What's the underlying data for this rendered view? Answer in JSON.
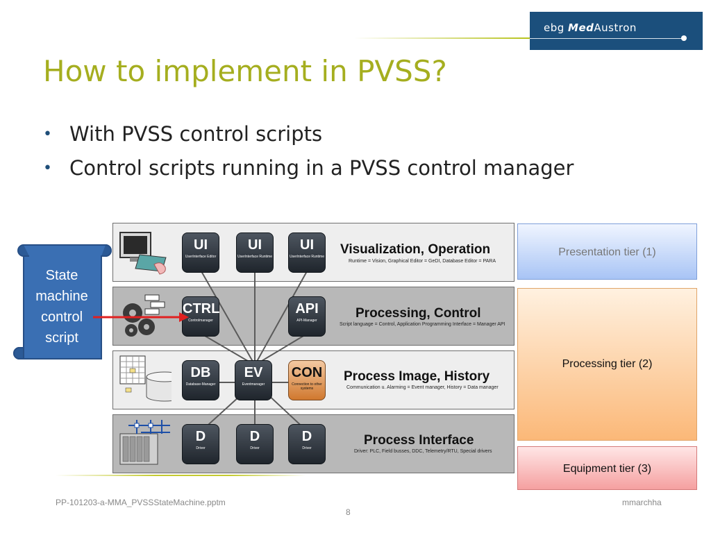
{
  "header": {
    "logo": {
      "prefix": "ebg ",
      "med": "Med",
      "suffix": "Austron"
    },
    "colors": {
      "logo_bg": "#1b4f7c",
      "title": "#a5ae1f",
      "accent_line": "#b6c21a"
    }
  },
  "slide": {
    "title": "How to implement in PVSS?",
    "bullets": [
      "With PVSS control scripts",
      "Control scripts running in a PVSS control manager"
    ]
  },
  "callout": {
    "lines": [
      "State",
      "machine",
      "control",
      "script"
    ],
    "color": "#3a6fb3"
  },
  "diagram": {
    "tiers": [
      {
        "heading": "Visualization, Operation",
        "sub": "Runtime = Vision, Graphical Editor = GeDI, Database Editor = PARA"
      },
      {
        "heading": "Processing, Control",
        "sub": "Script language = Control, Application Programming Interface = Manager API"
      },
      {
        "heading": "Process Image, History",
        "sub": "Communication u. Alarming = Event manager, History = Data manager"
      },
      {
        "heading": "Process Interface",
        "sub": "Driver: PLC, Field busses, DDC, Telemetry/RTU, Special drivers"
      }
    ],
    "managers": {
      "ui1": {
        "label": "UI",
        "sub": "UserInterface Editor"
      },
      "ui2": {
        "label": "UI",
        "sub": "UserInterface Runtime"
      },
      "ui3": {
        "label": "UI",
        "sub": "UserInterface Runtime"
      },
      "ctrl": {
        "label": "CTRL",
        "sub": "Controlmanager"
      },
      "api": {
        "label": "API",
        "sub": "API-Manager"
      },
      "db": {
        "label": "DB",
        "sub": "Database-Manager"
      },
      "ev": {
        "label": "EV",
        "sub": "Eventmanager"
      },
      "con": {
        "label": "CON",
        "sub": "Connection to other systems"
      },
      "d1": {
        "label": "D",
        "sub": "Driver"
      },
      "d2": {
        "label": "D",
        "sub": "Driver"
      },
      "d3": {
        "label": "D",
        "sub": "Driver"
      }
    }
  },
  "tiers_side": {
    "presentation": "Presentation tier (1)",
    "processing": "Processing tier (2)",
    "equipment": "Equipment tier (3)"
  },
  "footer": {
    "filename": "PP-101203-a-MMA_PVSSStateMachine.pptm",
    "page": "8",
    "author": "mmarchha"
  }
}
